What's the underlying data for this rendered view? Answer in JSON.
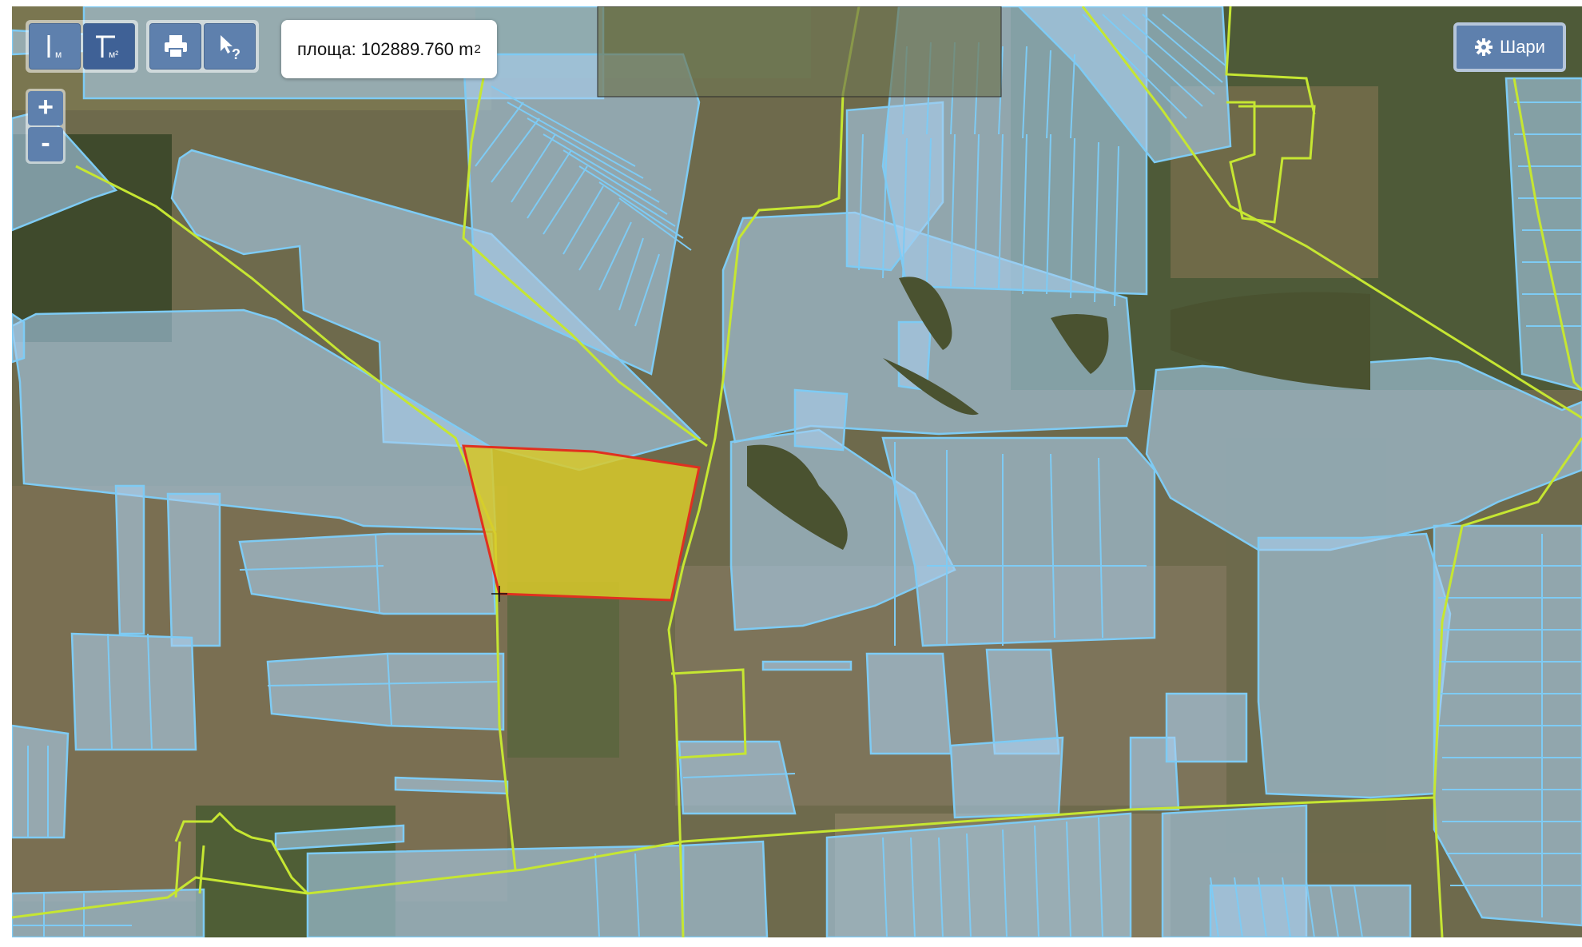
{
  "map": {
    "colors": {
      "parcel_fill": "#a9cfee",
      "parcel_stroke": "#7ecbf4",
      "boundary_line": "#c6e632",
      "selected_fill": "#d8c92a",
      "selected_stroke": "#e03020"
    }
  },
  "toolbar": {
    "measure_length": {
      "icon": "ruler-line-icon",
      "unit": "м"
    },
    "measure_area": {
      "icon": "ruler-area-icon",
      "unit": "м²"
    },
    "print": {
      "icon": "printer-icon"
    },
    "identify": {
      "icon": "pointer-question-icon"
    }
  },
  "zoom": {
    "in_label": "+",
    "out_label": "-"
  },
  "measurement": {
    "label": "площа: 102889.760 m",
    "unit_power": "2"
  },
  "layers": {
    "label": "Шари",
    "icon": "gear-icon"
  }
}
